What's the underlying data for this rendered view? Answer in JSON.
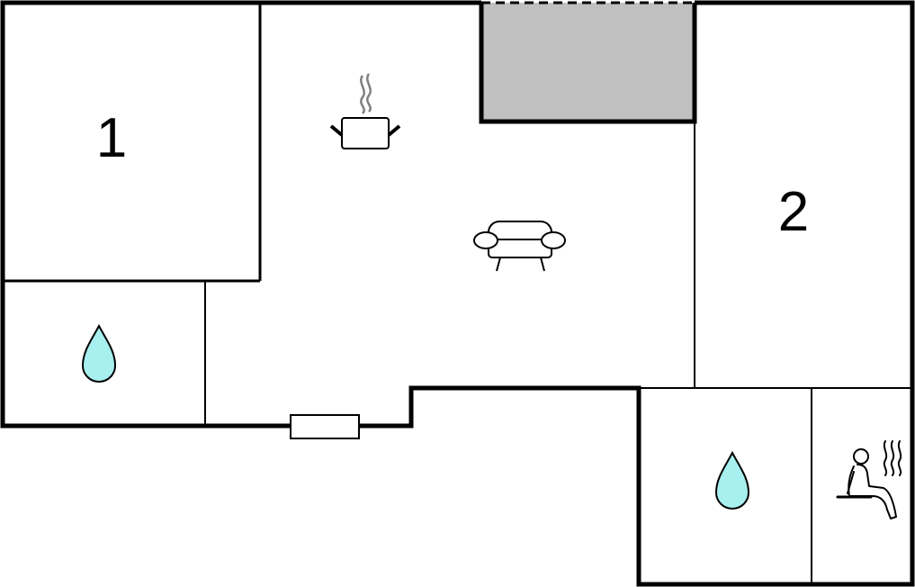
{
  "plan": {
    "rooms": [
      {
        "id": "bedroom-1",
        "label": "1"
      },
      {
        "id": "bedroom-2",
        "label": "2"
      }
    ],
    "icons": [
      {
        "id": "cooking-pot",
        "icon": "cooking-pot-icon"
      },
      {
        "id": "sofa",
        "icon": "sofa-icon"
      },
      {
        "id": "water-left",
        "icon": "water-drop-icon"
      },
      {
        "id": "water-right",
        "icon": "water-drop-icon"
      },
      {
        "id": "sauna",
        "icon": "sauna-icon"
      }
    ],
    "colors": {
      "wall": "#000000",
      "terrace_fill": "#c0c0c0",
      "water_fill": "#a8f0f0",
      "steam": "#808080",
      "background": "#ffffff"
    }
  }
}
